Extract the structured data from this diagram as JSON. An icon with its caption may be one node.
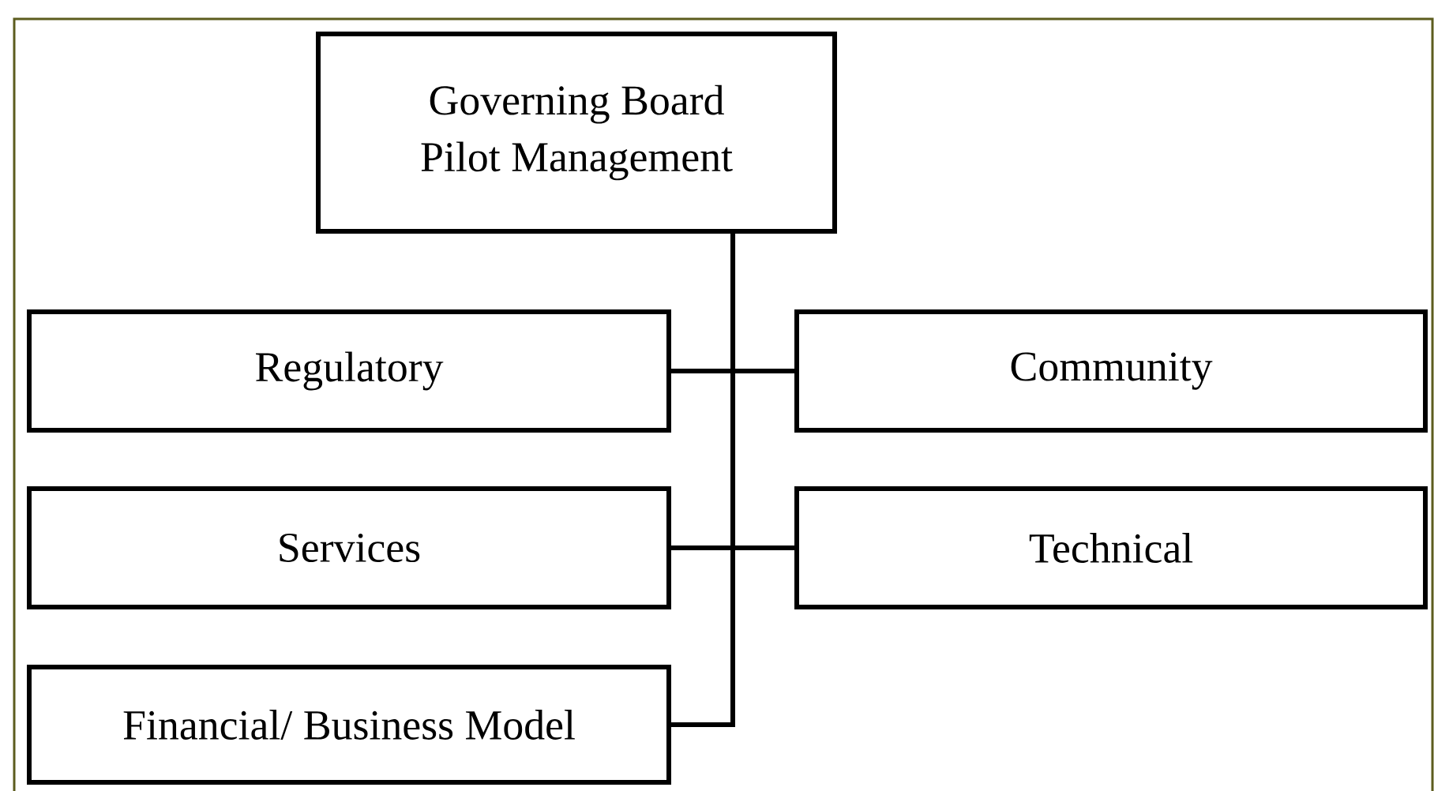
{
  "diagram": {
    "nodes": [
      {
        "text": [
          "Governing Board",
          "Pilot Management"
        ]
      },
      {
        "text": [
          "Regulatory"
        ]
      },
      {
        "text": [
          "Community"
        ]
      },
      {
        "text": [
          "Services"
        ]
      },
      {
        "text": [
          "Technical"
        ]
      },
      {
        "text": [
          "Financial/ Business Model"
        ]
      }
    ],
    "edges": [
      {
        "from": 0,
        "to": 1,
        "arrow": "none"
      },
      {
        "from": 0,
        "to": 2,
        "arrow": "none"
      },
      {
        "from": 0,
        "to": 3,
        "arrow": "none"
      },
      {
        "from": 0,
        "to": 4,
        "arrow": "none"
      },
      {
        "from": 0,
        "to": 5,
        "arrow": "none"
      }
    ]
  }
}
